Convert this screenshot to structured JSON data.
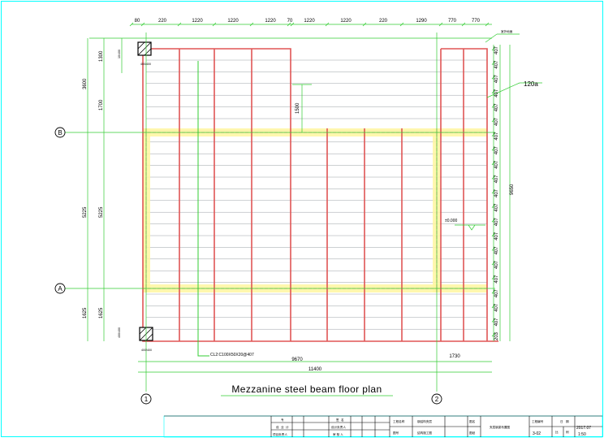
{
  "drawing": {
    "title": "Mezzanine steel beam floor plan",
    "top_dims": [
      "80",
      "220",
      "1220",
      "1220",
      "1220",
      "70",
      "1220",
      "1220",
      "220",
      "1290",
      "770",
      "770"
    ],
    "top_right_note": "室外地面",
    "left_dims": {
      "d3600": "3600",
      "d1300": "1300",
      "d1700": "1700",
      "d5225_outer": "5225",
      "d5225_inner": "5225",
      "d1625_outer": "1625",
      "d1625_inner": "1625"
    },
    "column_tags": {
      "top": "10/400",
      "top_side": "400/400",
      "bottom_side": "400/400",
      "bottom": "400/400"
    },
    "right_dims": [
      "407",
      "407",
      "407",
      "407",
      "407",
      "407",
      "407",
      "407",
      "407",
      "407",
      "407",
      "407",
      "407",
      "407",
      "407",
      "407",
      "407",
      "407",
      "407",
      "407",
      "203"
    ],
    "right_total": "9650",
    "right_note": "120a",
    "mid_dim": "1500",
    "level_mark": "±0.000",
    "grid": {
      "B": "B",
      "A": "A",
      "g1": "1",
      "g2": "2"
    },
    "beam_label": "CL2:C100X50X20@407",
    "bottom_dims": {
      "d9670": "9670",
      "d1730": "1730",
      "d11400": "11400"
    }
  },
  "title_block": {
    "r1": [
      "专",
      "业",
      "签",
      "名",
      "工程名称",
      "钢结构夹层",
      "图名",
      "夹层钢梁布置图",
      "工程编号",
      "日",
      "期",
      "2017.07"
    ],
    "r2": [
      "设",
      "计",
      "设计负责人",
      "图号",
      "结构施工图",
      "图纸",
      "3-02",
      "比",
      "例",
      "1:50"
    ],
    "r3": [
      "项目负责人",
      "审 核 人"
    ]
  }
}
